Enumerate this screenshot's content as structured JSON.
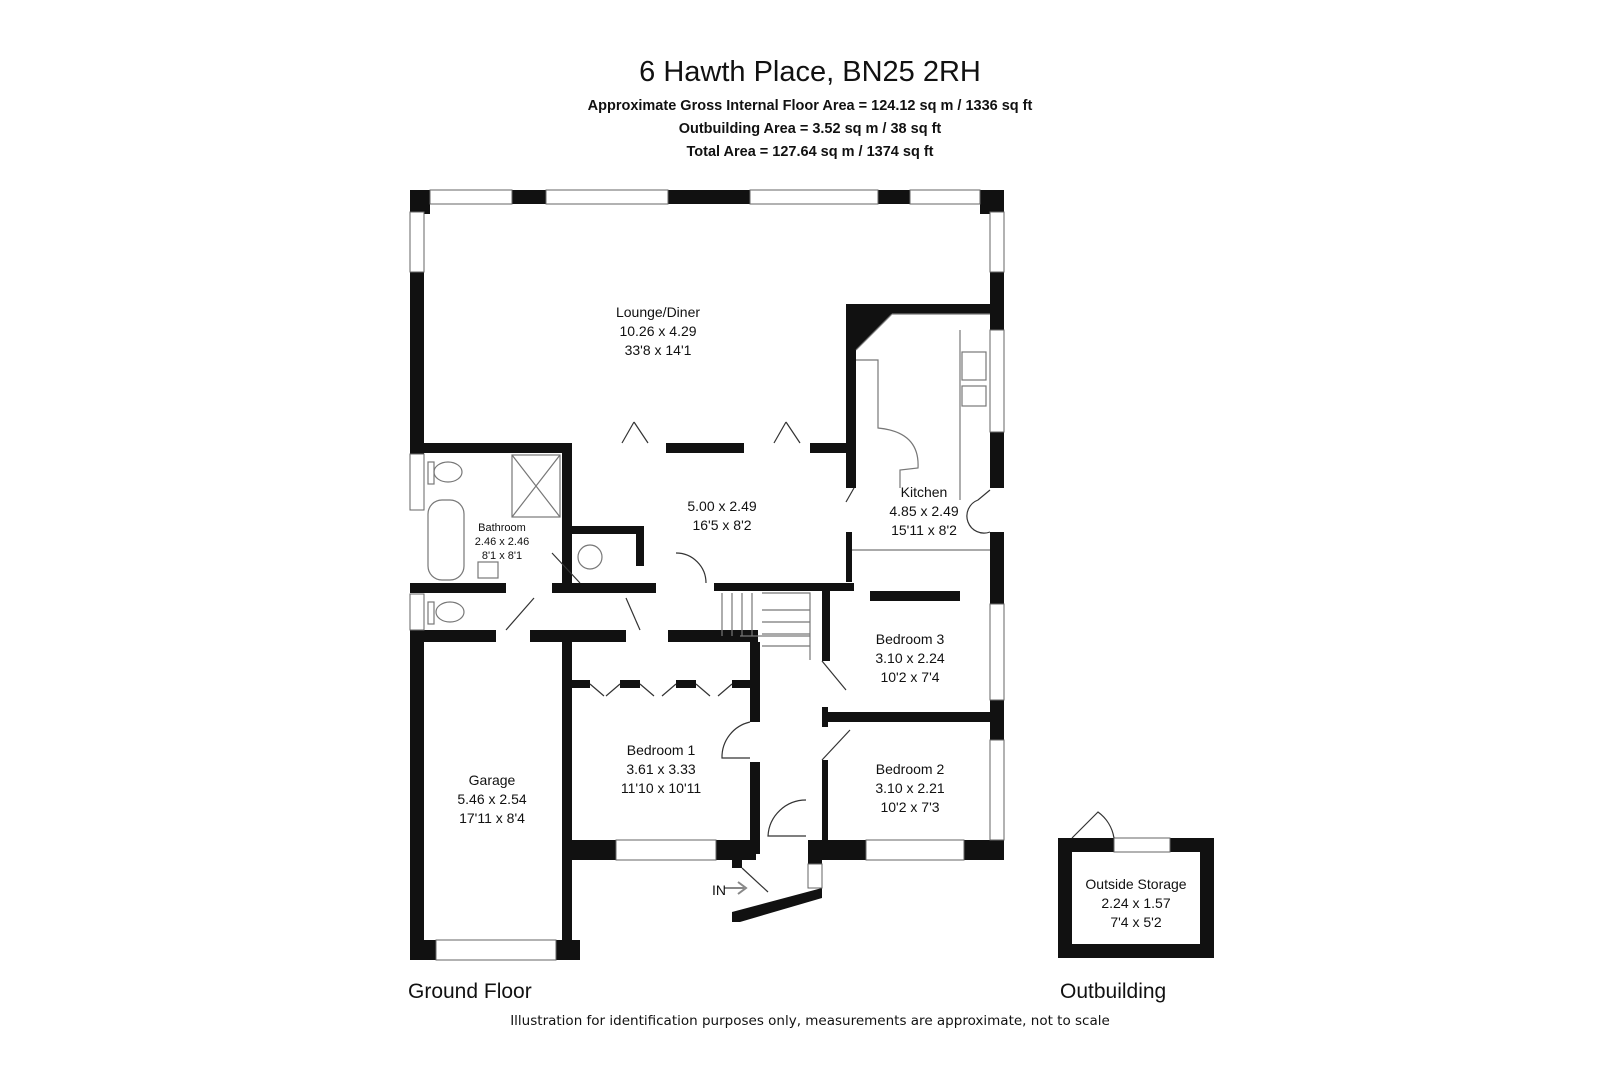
{
  "header": {
    "title": "6 Hawth Place, BN25 2RH",
    "gross_area": "Approximate Gross Internal Floor Area = 124.12 sq m / 1336 sq ft",
    "outbuilding_area": "Outbuilding Area = 3.52 sq m / 38 sq ft",
    "total_area": "Total Area = 127.64 sq m / 1374 sq ft"
  },
  "rooms": {
    "lounge": {
      "name": "Lounge/Diner",
      "metric": "10.26 x 4.29",
      "imperial": "33'8 x 14'1"
    },
    "hall": {
      "metric": "5.00 x 2.49",
      "imperial": "16'5 x 8'2"
    },
    "kitchen": {
      "name": "Kitchen",
      "metric": "4.85 x 2.49",
      "imperial": "15'11 x 8'2"
    },
    "bathroom": {
      "name": "Bathroom",
      "metric": "2.46 x 2.46",
      "imperial": "8'1 x 8'1"
    },
    "bedroom3": {
      "name": "Bedroom 3",
      "metric": "3.10 x 2.24",
      "imperial": "10'2 x 7'4"
    },
    "bedroom2": {
      "name": "Bedroom 2",
      "metric": "3.10 x 2.21",
      "imperial": "10'2 x 7'3"
    },
    "bedroom1": {
      "name": "Bedroom 1",
      "metric": "3.61 x 3.33",
      "imperial": "11'10 x 10'11"
    },
    "garage": {
      "name": "Garage",
      "metric": "5.46 x 2.54",
      "imperial": "17'11 x 8'4"
    },
    "storage": {
      "name": "Outside Storage",
      "metric": "2.24 x 1.57",
      "imperial": "7'4 x 5'2"
    }
  },
  "entrance_label": "IN",
  "floor_labels": {
    "ground": "Ground Floor",
    "outbuilding": "Outbuilding"
  },
  "disclaimer": "Illustration for identification purposes only, measurements are approximate, not to scale",
  "colors": {
    "wall": "#111111",
    "background": "#ffffff"
  }
}
